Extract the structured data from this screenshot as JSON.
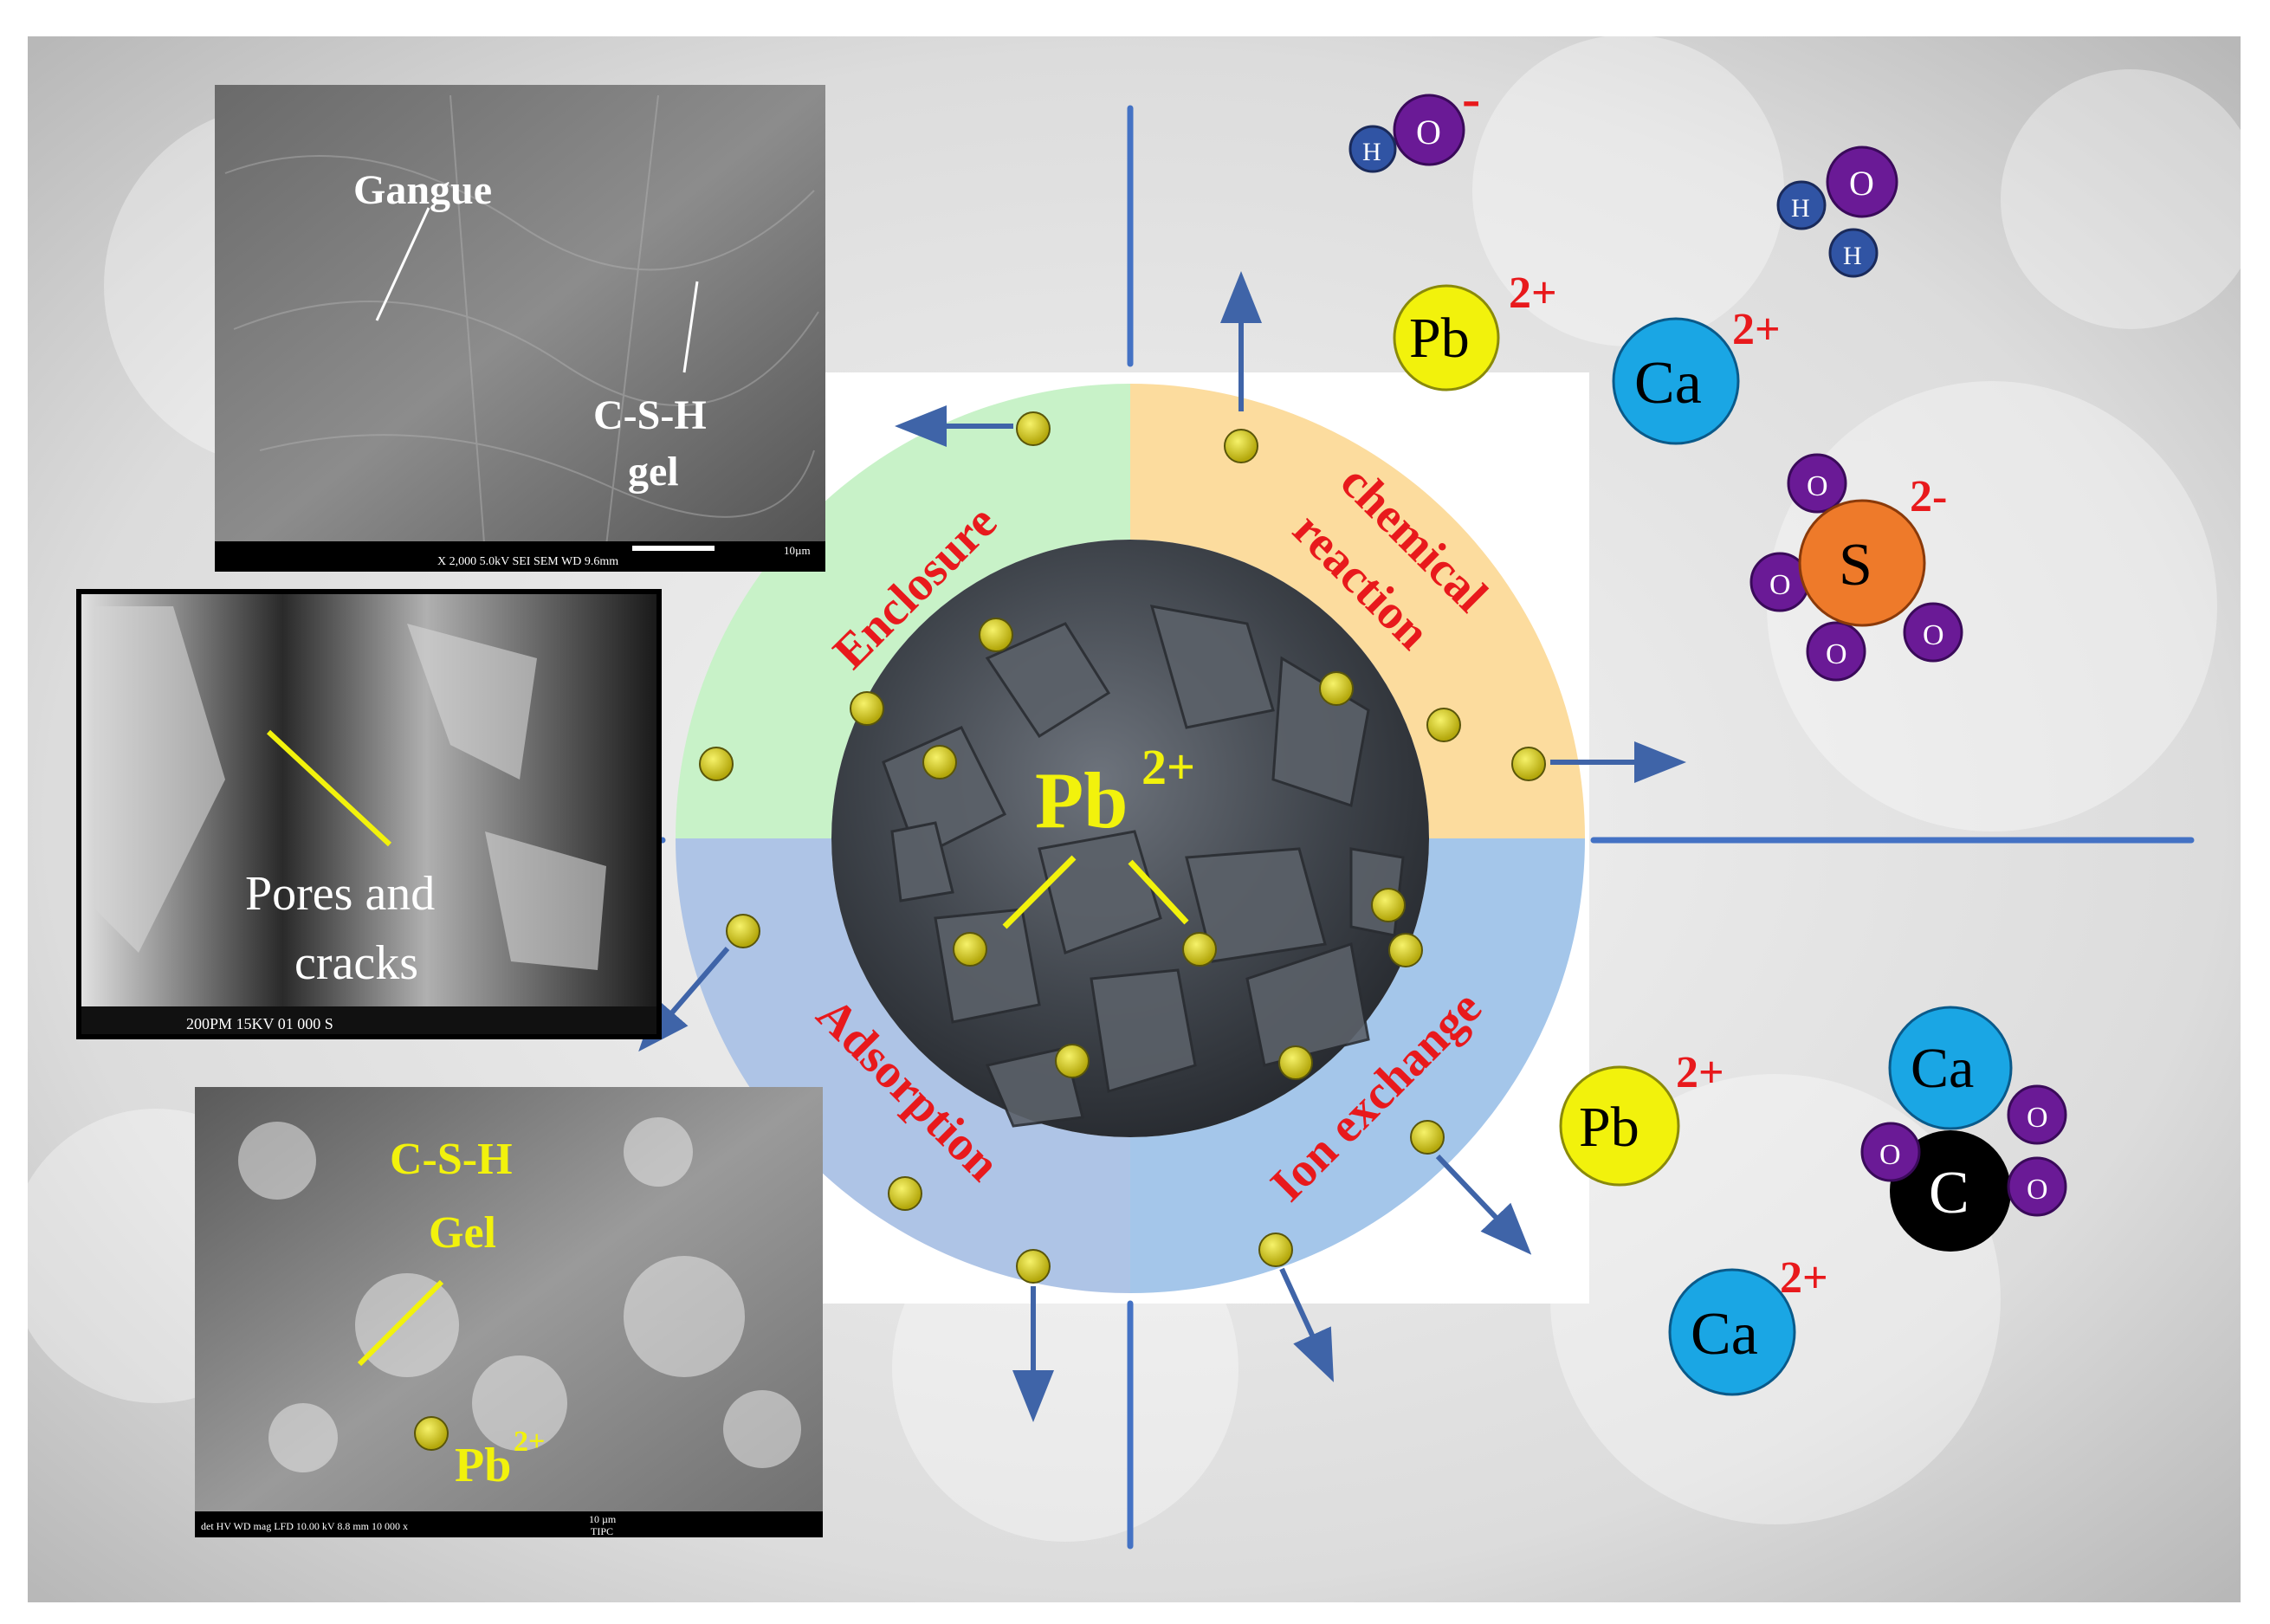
{
  "center": {
    "label": "Pb",
    "charge": "2+"
  },
  "quadrants": {
    "enclosure": "Enclosure",
    "chemical_reaction_line1": "chemical",
    "chemical_reaction_line2": "reaction",
    "adsorption": "Adsorption",
    "ion_exchange": "Ion exchange"
  },
  "sem_top": {
    "label_gangue": "Gangue",
    "label_csh_line1": "C-S-H",
    "label_csh_line2": "gel",
    "scalebar_text": "X 2,000    5.0kV  SEI      SEM      WD 9.6mm",
    "scale_unit": "10µm"
  },
  "sem_middle": {
    "label_line1": "Pores and",
    "label_line2": "cracks",
    "scalebar_text": "200PM    15KV    01    000    S"
  },
  "sem_bottom": {
    "label_line1": "C-S-H",
    "label_line2": "Gel",
    "pb_label": "Pb",
    "pb_charge": "2+",
    "scalebar_text": "det  HV  WD  mag  LFD  10.00 kV  8.8 mm  10 000 x",
    "scale_unit": "10 µm",
    "institution": "TIPC"
  },
  "ions": {
    "hydroxide": {
      "h": "H",
      "o": "O",
      "charge": "-"
    },
    "water": {
      "o": "O",
      "h1": "H",
      "h2": "H"
    },
    "lead_top": {
      "symbol": "Pb",
      "charge": "2+"
    },
    "calcium_top": {
      "symbol": "Ca",
      "charge": "2+"
    },
    "sulfate": {
      "center": "S",
      "o": "O",
      "charge": "2-"
    },
    "lead_bottom": {
      "symbol": "Pb",
      "charge": "2+"
    },
    "calcium_carbonate": {
      "ca": "Ca",
      "c": "C",
      "o": "O"
    },
    "calcium_bottom": {
      "symbol": "Ca",
      "charge": "2+"
    }
  },
  "colors": {
    "enclosure_fill": "#c8f2c8",
    "reaction_fill": "#fcdc9e",
    "adsorption_fill": "#aec4e6",
    "exchange_fill": "#a4c6ea",
    "label_red": "#e8191c",
    "pb_yellow": "#f2f20c",
    "ca_cyan": "#1aa6e4",
    "oxygen_purple": "#6a1a96",
    "hydrogen_blue": "#3054a4",
    "sulfur_orange": "#ee7a2a",
    "axis_blue": "#4472c4"
  }
}
